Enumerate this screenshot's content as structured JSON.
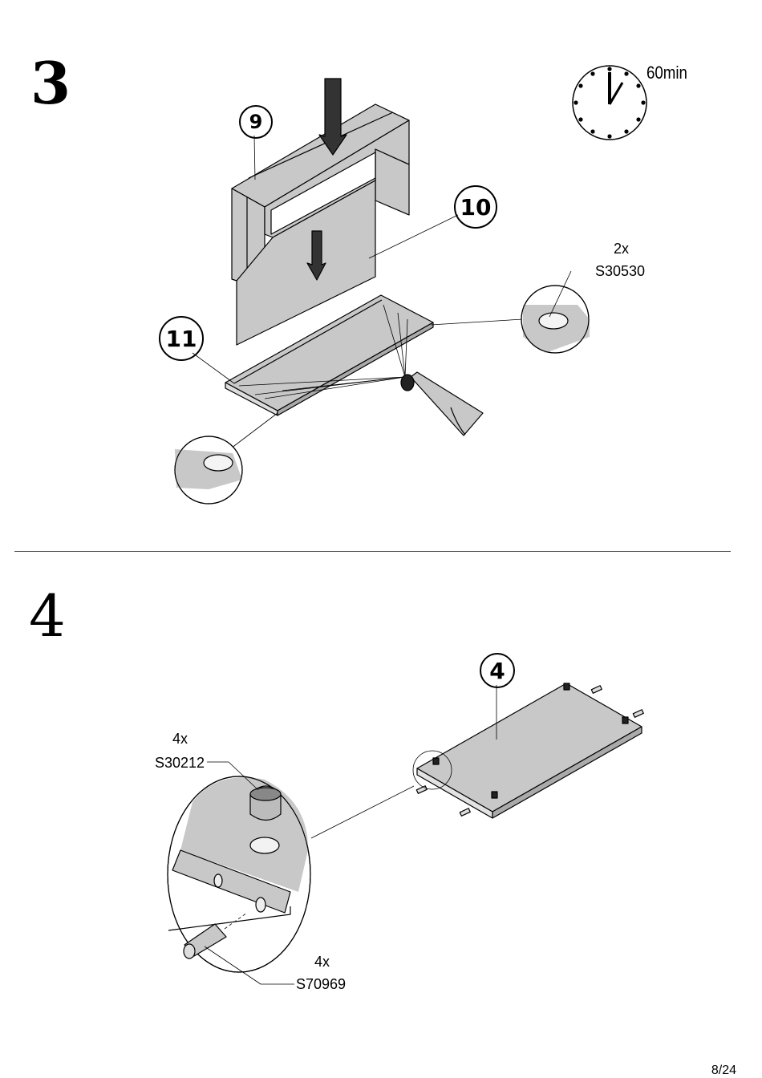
{
  "steps": [
    {
      "number": "3",
      "time": "60min",
      "callouts": [
        "9",
        "10",
        "11"
      ],
      "parts": [
        {
          "qty": "2x",
          "code": "S30530"
        }
      ]
    },
    {
      "number": "4",
      "callouts": [
        "4"
      ],
      "parts": [
        {
          "qty": "4x",
          "code": "S30212"
        },
        {
          "qty": "4x",
          "code": "S70969"
        }
      ]
    }
  ],
  "page": "8/24",
  "icons": [
    "clock-icon",
    "down-arrow-icon",
    "glue-tube-icon",
    "magnifier-detail-icon",
    "cam-lock-icon",
    "dowel-icon"
  ],
  "colors": {
    "panel": "#c8c8c8",
    "line": "#000000",
    "detail": "#bcbcbc"
  }
}
